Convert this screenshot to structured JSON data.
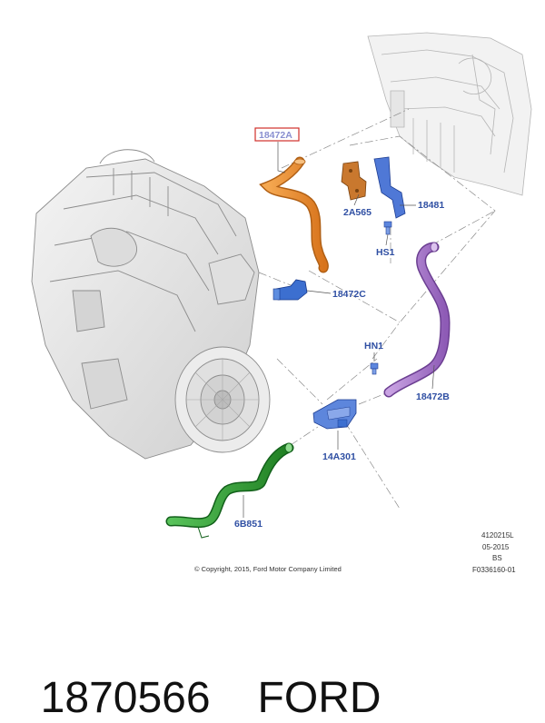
{
  "diagram": {
    "labels": {
      "hose_upper": "18472A",
      "bracket_small": "2A565",
      "bracket_support": "18481",
      "bolt_hs1": "HS1",
      "connector": "18472C",
      "nut_hn1": "HN1",
      "hose_lower": "18472B",
      "valve": "14A301",
      "hose_green": "6B851"
    },
    "meta": {
      "line1": "4120215L",
      "line2": "05-2015",
      "line3": "BS",
      "line4": "F0336160-01"
    },
    "copyright": "© Copyright, 2015, Ford Motor Company Limited",
    "colors": {
      "label_blue": "#2f4fa3",
      "highlight_box": "#d0302a",
      "orange_hose": "#e98a2c",
      "purple_hose": "#a476c8",
      "green_hose": "#2f9a2f",
      "blue_parts": "#3c6fd0",
      "brown_bracket": "#b0641f"
    }
  },
  "footer": {
    "part_number": "1870566",
    "brand": "FORD"
  }
}
